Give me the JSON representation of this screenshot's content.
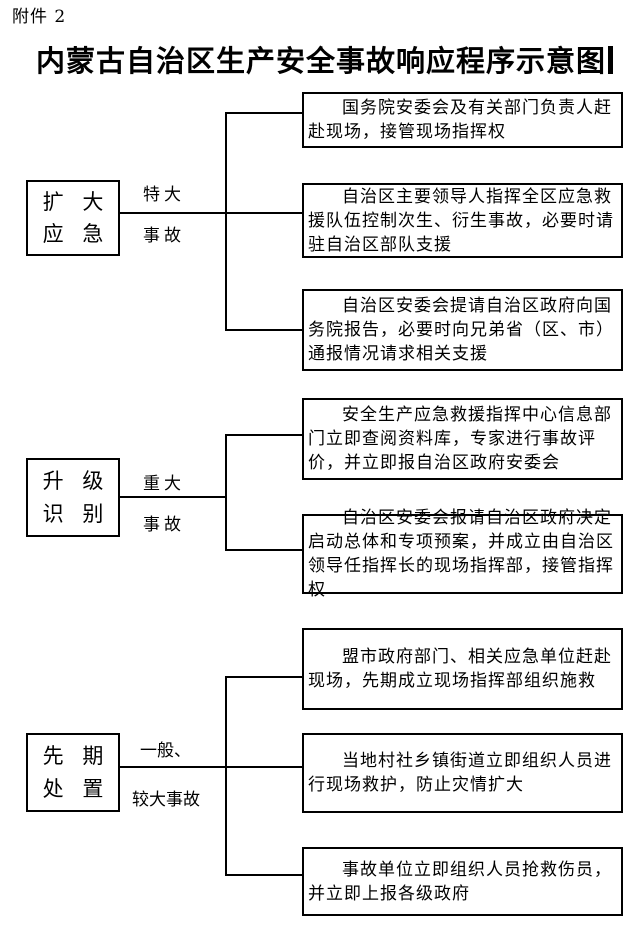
{
  "page": {
    "attachment_label": "附件 2",
    "title": "内蒙古自治区生产安全事故响应程序示意图"
  },
  "colors": {
    "ink": "#000000",
    "background": "#ffffff"
  },
  "groups": [
    {
      "stage": {
        "line1": "扩 大",
        "line2": "应 急"
      },
      "severity_top": "特大",
      "severity_bottom": "事故",
      "outcomes": [
        "国务院安委会及有关部门负责人赶赴现场，接管现场指挥权",
        "自治区主要领导人指挥全区应急救援队伍控制次生、衍生事故，必要时请驻自治区部队支援",
        "自治区安委会提请自治区政府向国务院报告，必要时向兄弟省（区、市）通报情况请求相关支援"
      ]
    },
    {
      "stage": {
        "line1": "升 级",
        "line2": "识 别"
      },
      "severity_top": "重大",
      "severity_bottom": "事故",
      "outcomes": [
        "安全生产应急救援指挥中心信息部门立即查阅资料库，专家进行事故评价，并立即报自治区政府安委会",
        "自治区安委会报请自治区政府决定启动总体和专项预案，并成立由自治区领导任指挥长的现场指挥部，接管指挥权"
      ]
    },
    {
      "stage": {
        "line1": "先 期",
        "line2": "处 置"
      },
      "severity_top": "一般、",
      "severity_bottom": "较大事故",
      "outcomes": [
        "盟市政府部门、相关应急单位赶赴现场，先期成立现场指挥部组织施救",
        "当地村社乡镇街道立即组织人员进行现场救护，防止灾情扩大",
        "事故单位立即组织人员抢救伤员，并立即上报各级政府"
      ]
    }
  ]
}
